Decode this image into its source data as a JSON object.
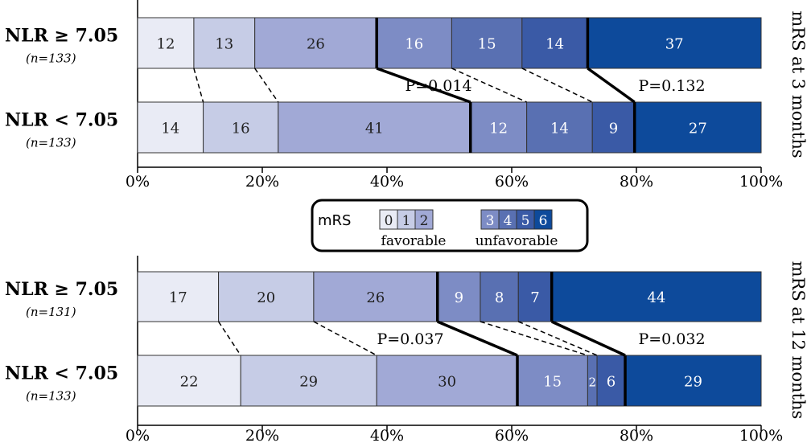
{
  "chart_data": [
    {
      "type": "bar",
      "stacked": true,
      "orientation": "horizontal",
      "side_label": "mRS at 3 months",
      "xlim": [
        0,
        100
      ],
      "x_ticks": [
        "0%",
        "20%",
        "40%",
        "60%",
        "80%",
        "100%"
      ],
      "bars": [
        {
          "label": "NLR ≥ 7.05",
          "sublabel": "(n=133)",
          "values": [
            12,
            13,
            26,
            16,
            15,
            14,
            37
          ]
        },
        {
          "label": "NLR < 7.05",
          "sublabel": "(n=133)",
          "values": [
            14,
            16,
            41,
            12,
            14,
            9,
            27
          ]
        }
      ],
      "annotations": [
        "P=0.014",
        "P=0.132"
      ]
    },
    {
      "type": "bar",
      "stacked": true,
      "orientation": "horizontal",
      "side_label": "mRS at 12 months",
      "xlim": [
        0,
        100
      ],
      "x_ticks": [
        "0%",
        "20%",
        "40%",
        "60%",
        "80%",
        "100%"
      ],
      "bars": [
        {
          "label": "NLR ≥ 7.05",
          "sublabel": "(n=131)",
          "values": [
            17,
            20,
            26,
            9,
            8,
            7,
            44
          ]
        },
        {
          "label": "NLR < 7.05",
          "sublabel": "(n=133)",
          "values": [
            22,
            29,
            30,
            15,
            2,
            6,
            29
          ]
        }
      ],
      "annotations": [
        "P=0.037",
        "P=0.032"
      ]
    }
  ],
  "legend": {
    "title": "mRS",
    "favorable_label": "favorable",
    "unfavorable_label": "unfavorable",
    "categories": [
      "0",
      "1",
      "2",
      "3",
      "4",
      "5",
      "6"
    ]
  },
  "colors": [
    "#e9ebf5",
    "#c6cce6",
    "#a1a9d6",
    "#7d8cc5",
    "#5970b2",
    "#3a5aa6",
    "#0d4a9b"
  ]
}
